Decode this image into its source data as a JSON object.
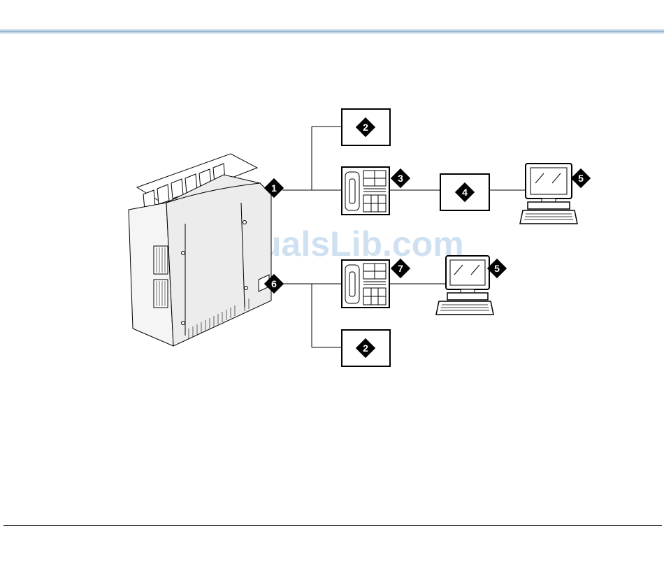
{
  "colors": {
    "line": "#000000",
    "callout_fill": "#000000",
    "callout_text": "#ffffff",
    "stripe": "#a9c4dc",
    "watermark": "#c7dcef",
    "cabinet_fill": "#f2f2f2"
  },
  "watermark": "ManualsLib.com",
  "callouts": {
    "control_unit": "1",
    "device_top": "2",
    "telephone_top": "3",
    "adapter": "4",
    "pc_right": "5",
    "control_unit_port": "6",
    "telephone_bottom": "7",
    "pc_bottom": "5",
    "device_bottom": "2"
  },
  "icons": {
    "cabinet": "control-unit-cabinet",
    "telephone": "desk-telephone-icon",
    "computer": "desktop-computer-icon"
  }
}
